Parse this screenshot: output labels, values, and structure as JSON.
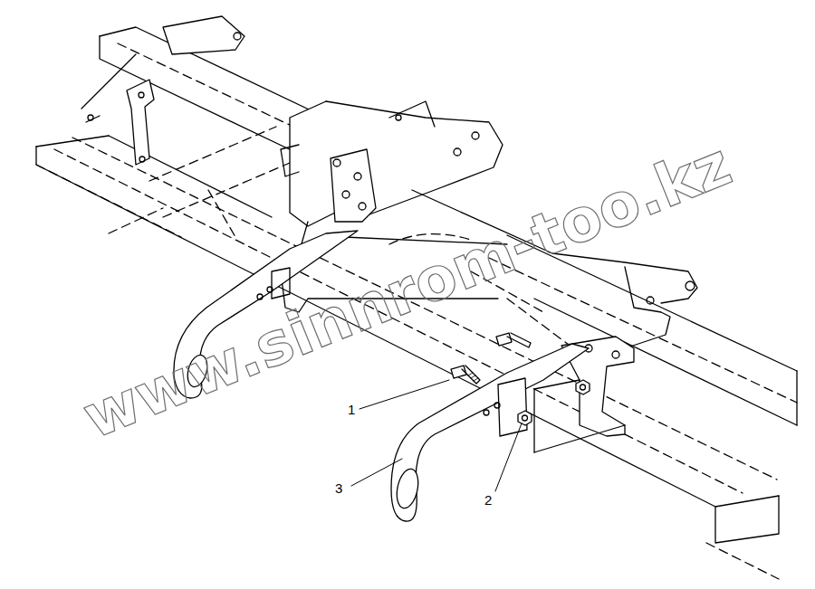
{
  "diagram": {
    "labels": [
      "1",
      "2",
      "3",
      "www.sinnrom-too.kz"
    ]
  }
}
